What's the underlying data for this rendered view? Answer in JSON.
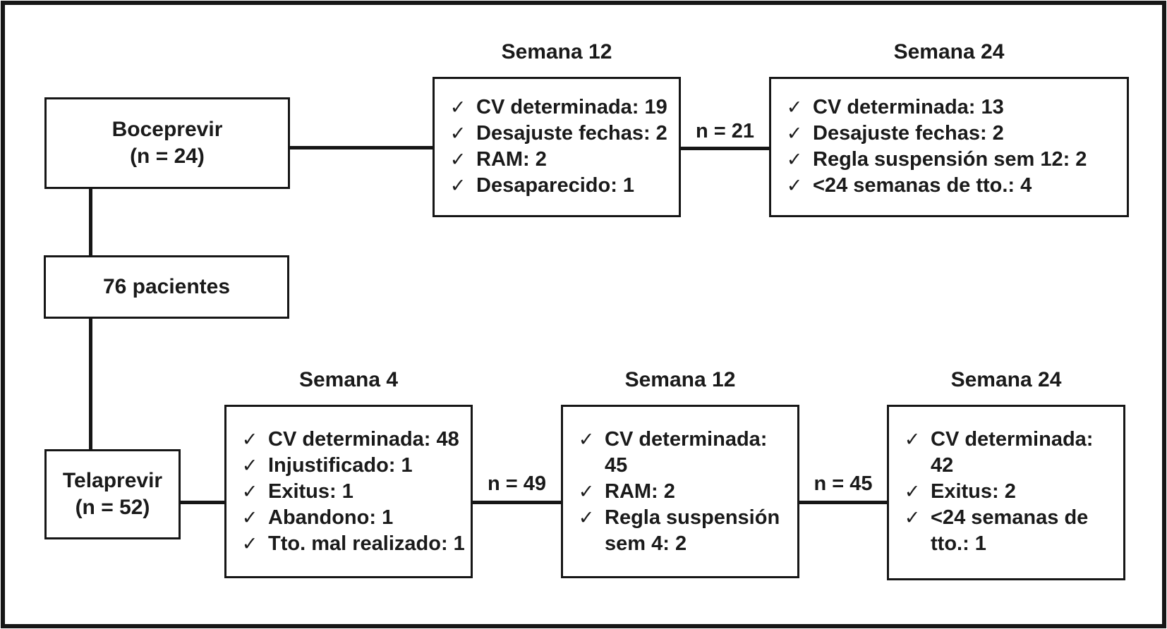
{
  "figure": {
    "ink_color": "#1a1a1a",
    "glyphs": {
      "check": "✓"
    },
    "arms": {
      "boceprevir": {
        "name": "Boceprevir",
        "n": "(n = 24)"
      },
      "total": "76 pacientes",
      "telaprevir": {
        "name": "Telaprevir",
        "n": "(n = 52)"
      }
    },
    "boceprevir_stages": [
      {
        "title": "Semana 12",
        "items": [
          "CV determinada: 19",
          "Desajuste fechas: 2",
          "RAM: 2",
          "Desaparecido: 1"
        ]
      },
      {
        "title": "Semana 24",
        "items": [
          "CV determinada: 13",
          "Desajuste fechas: 2",
          "Regla suspensión sem 12: 2",
          "<24 semanas de tto.: 4"
        ]
      }
    ],
    "telaprevir_stages": [
      {
        "title": "Semana 4",
        "items": [
          "CV determinada: 48",
          "Injustificado: 1",
          "Exitus: 1",
          "Abandono: 1",
          "Tto. mal realizado: 1"
        ]
      },
      {
        "title": "Semana 12",
        "items": [
          "CV determinada:\n45",
          "RAM: 2",
          "Regla suspensión\nsem 4: 2"
        ]
      },
      {
        "title": "Semana 24",
        "items": [
          "CV determinada:\n42",
          "Exitus: 2",
          "<24 semanas de\ntto.: 1"
        ]
      }
    ],
    "flow_labels": {
      "boceprevir_12_to_24": "n = 21",
      "telaprevir_4_to_12": "n = 49",
      "telaprevir_12_to_24": "n = 45"
    }
  }
}
